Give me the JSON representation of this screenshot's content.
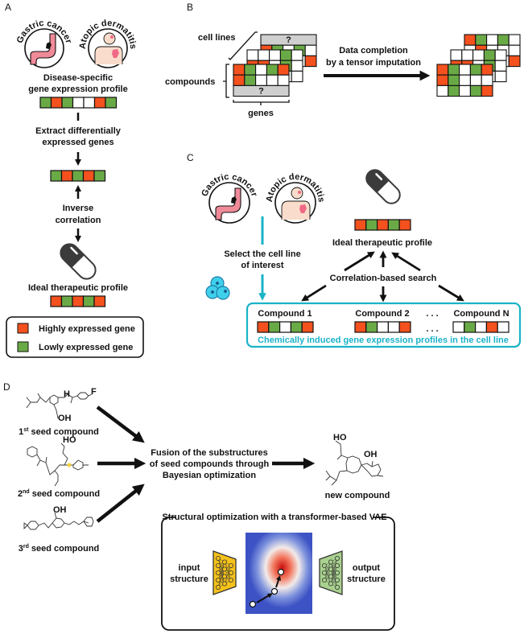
{
  "colors": {
    "high": "#f4511e",
    "low": "#6aaa46",
    "none": "#ffffff",
    "missing": "#cfcfcf",
    "accent": "#1ab3c8",
    "pill_dark": "#3b3b3b"
  },
  "panel_a": {
    "label": "A",
    "disease_1": "Gastric cancer",
    "disease_2": "Atopic dermatitis",
    "profile_title_1": "Disease-specific",
    "profile_title_2": "gene expression profile",
    "disease_profile": [
      "low",
      "high",
      "low",
      "none",
      "none",
      "high",
      "low"
    ],
    "extract_1": "Extract differentially",
    "extract_2": "expressed genes",
    "deg_profile": [
      "low",
      "high",
      "low",
      "high",
      "low"
    ],
    "inverse_1": "Inverse",
    "inverse_2": "correlation",
    "ideal_title": "Ideal therapeutic profile",
    "ideal_profile": [
      "high",
      "low",
      "high",
      "low",
      "high"
    ],
    "legend": [
      {
        "color": "high",
        "label": "Highly expressed gene"
      },
      {
        "color": "low",
        "label": "Lowly expressed gene"
      }
    ]
  },
  "panel_b": {
    "label": "B",
    "axis_cell_lines": "cell lines",
    "axis_compounds": "compounds",
    "axis_genes": "genes",
    "missing_mark": "?",
    "arrow_text_1": "Data completion",
    "arrow_text_2": "by a tensor imputation",
    "before": [
      {
        "missing": "top",
        "rows": [
          [
            "high",
            "low",
            "none",
            "low",
            "none"
          ],
          [
            "high",
            "none",
            "none",
            "none",
            "high"
          ]
        ]
      },
      {
        "missing": "none",
        "rows": [
          [
            "none",
            "none",
            "none",
            "low",
            "none"
          ],
          [
            "high",
            "high",
            "none",
            "low",
            "none"
          ],
          [
            "none",
            "none",
            "none",
            "none",
            "none"
          ]
        ]
      },
      {
        "missing": "bottom",
        "rows": [
          [
            "high",
            "low",
            "none",
            "low",
            "high"
          ],
          [
            "high",
            "low",
            "none",
            "none",
            "none"
          ]
        ]
      }
    ],
    "after": [
      {
        "rows": [
          [
            "high",
            "low",
            "none",
            "low",
            "none"
          ],
          [
            "none",
            "high",
            "none",
            "none",
            "none"
          ],
          [
            "none",
            "none",
            "none",
            "none",
            "high"
          ]
        ]
      },
      {
        "rows": [
          [
            "none",
            "none",
            "none",
            "low",
            "none"
          ],
          [
            "high",
            "high",
            "none",
            "low",
            "none"
          ],
          [
            "none",
            "none",
            "none",
            "none",
            "none"
          ]
        ]
      },
      {
        "rows": [
          [
            "high",
            "low",
            "none",
            "low",
            "high"
          ],
          [
            "high",
            "low",
            "none",
            "none",
            "none"
          ],
          [
            "none",
            "low",
            "none",
            "low",
            "high"
          ]
        ]
      }
    ]
  },
  "panel_c": {
    "label": "C",
    "disease_1": "Gastric cancer",
    "disease_2": "Atopic dermatitis",
    "select_1": "Select the cell line",
    "select_2": "of interest",
    "ideal_profile": [
      "high",
      "low",
      "high",
      "low",
      "high"
    ],
    "ideal_title": "Ideal therapeutic profile",
    "search": "Correlation-based search",
    "compounds": [
      {
        "name": "Compound 1",
        "profile": [
          "high",
          "low",
          "none",
          "low",
          "high"
        ]
      },
      {
        "name": "Compound 2",
        "profile": [
          "high",
          "low",
          "none",
          "none",
          "high"
        ]
      },
      {
        "name": "Compound N",
        "profile": [
          "none",
          "low",
          "none",
          "high",
          "none"
        ]
      }
    ],
    "ellipsis": ". . .",
    "box_caption": "Chemically induced gene expression profiles in the cell line"
  },
  "panel_d": {
    "label": "D",
    "seeds": [
      {
        "num": "1",
        "sup": "st",
        "text": " seed compound"
      },
      {
        "num": "2",
        "sup": "nd",
        "text": " seed compound"
      },
      {
        "num": "3",
        "sup": "rd",
        "text": " seed compound"
      }
    ],
    "fusion_1": "Fusion of the substructures",
    "fusion_2": "of seed compounds through",
    "fusion_3": "Bayesian optimization",
    "new_compound": "new compound",
    "vae_title": "Structural optimization with a transformer-based VAE",
    "input_1": "input",
    "input_2": "structure",
    "output_1": "output",
    "output_2": "structure",
    "encoder_color": "#f5c21b",
    "decoder_color": "#a9d18e"
  }
}
